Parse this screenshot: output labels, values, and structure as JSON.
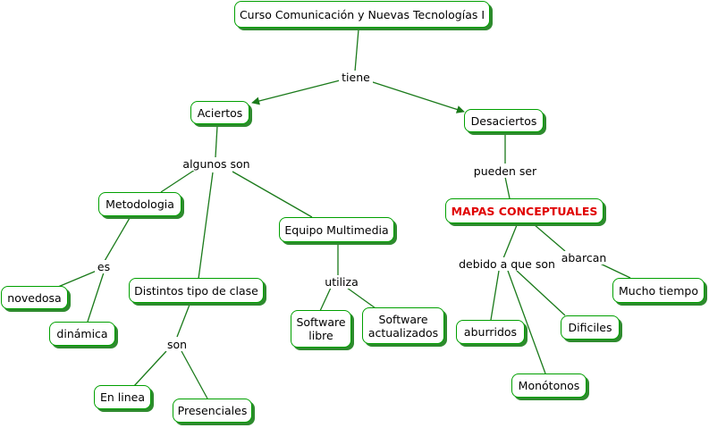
{
  "colors": {
    "border": "#00a000",
    "shadow": "#2e8b2e",
    "link": "#1a7a1a",
    "highlight_text": "#e00000"
  },
  "nodes": {
    "root": "Curso Comunicación y Nuevas Tecnologías I",
    "aciertos": "Aciertos",
    "desaciertos": "Desaciertos",
    "metodologia": "Metodologia",
    "equipo": "Equipo Multimedia",
    "distintos": "Distintos tipo de clase",
    "novedosa": "novedosa",
    "dinamica": "dinámica",
    "enlinea": "En linea",
    "presenciales": "Presenciales",
    "software_libre": "Software\nlibre",
    "software_act": "Software\nactualizados",
    "mapas": "MAPAS CONCEPTUALES",
    "aburridos": "aburridos",
    "monotonos": "Monótonos",
    "dificiles": "Dificiles",
    "mucho": "Mucho tiempo"
  },
  "links": {
    "tiene": "tiene",
    "algunos": "algunos son",
    "pueden": "pueden ser",
    "es": "es",
    "son": "son",
    "utiliza": "utiliza",
    "debido": "debido a que son",
    "abarcan": "abarcan"
  }
}
